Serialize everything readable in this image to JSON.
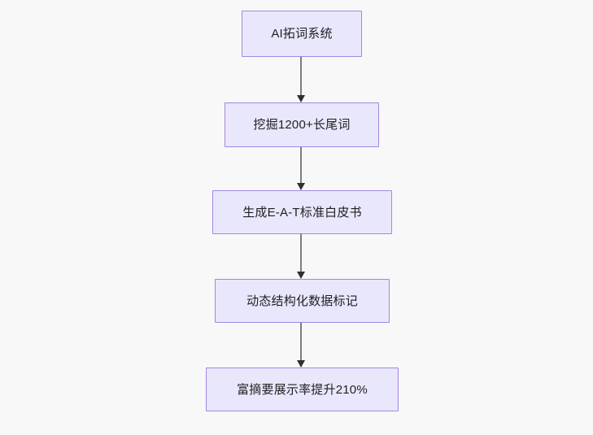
{
  "diagram": {
    "type": "flowchart",
    "direction": "top-to-bottom",
    "background_color": "#f8f8f8",
    "node_fill_color": "#e9e7fc",
    "node_border_color": "#a387e0",
    "node_text_color": "#1f1f22",
    "edge_line_color": "#7e7e7e",
    "edge_arrow_color": "#2f2f2f",
    "nodes": [
      {
        "id": "n1",
        "label": "AI拓词系统"
      },
      {
        "id": "n2",
        "label": "挖掘1200+长尾词"
      },
      {
        "id": "n3",
        "label": "生成E-A-T标准白皮书"
      },
      {
        "id": "n4",
        "label": "动态结构化数据标记"
      },
      {
        "id": "n5",
        "label": "富摘要展示率提升210%"
      }
    ],
    "edges": [
      {
        "id": "e1",
        "from": "n1",
        "to": "n2",
        "label": ""
      },
      {
        "id": "e2",
        "from": "n2",
        "to": "n3",
        "label": ""
      },
      {
        "id": "e3",
        "from": "n3",
        "to": "n4",
        "label": ""
      },
      {
        "id": "e4",
        "from": "n4",
        "to": "n5",
        "label": ""
      }
    ]
  }
}
